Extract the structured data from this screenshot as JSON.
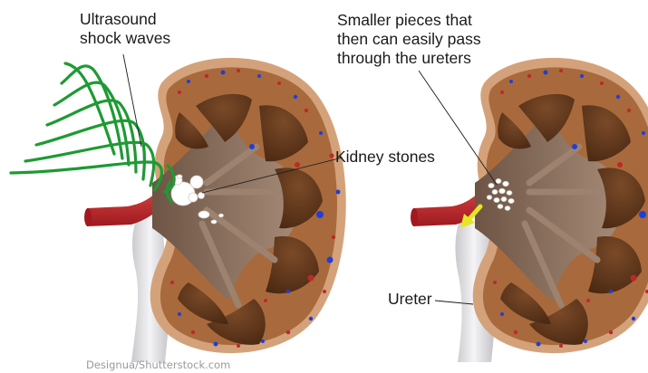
{
  "labels": {
    "ultrasound_line1": "Ultrasound",
    "ultrasound_line2": "shock waves",
    "smaller_line1": "Smaller pieces that",
    "smaller_line2": "then can easily pass",
    "smaller_line3": "through the ureters",
    "kidney_stones": "Kidney stones",
    "ureter": "Ureter"
  },
  "credit": "Designua/Shutterstock.com",
  "colors": {
    "cortex": "#a86a3c",
    "capsule": "#d4a27a",
    "pyramid": "#5e351c",
    "pelvis": "#8a6a55",
    "artery": "#c8252a",
    "ureter": "#e3e3e6",
    "shock_wave": "#1e9a33",
    "arrow": "#e6e626",
    "dot_red": "#c0272d",
    "dot_blue": "#1f3fd6"
  },
  "icons": {
    "shock_waves": "concentric-arc-icon",
    "arrow": "yellow-arrow-icon"
  }
}
